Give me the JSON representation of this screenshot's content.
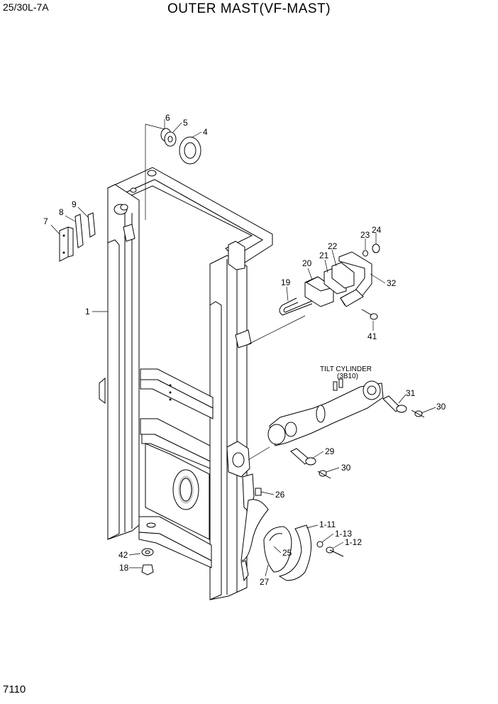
{
  "header": {
    "model": "25/30L-7A",
    "title": "OUTER MAST(VF-MAST)"
  },
  "footer": {
    "page": "7110"
  },
  "note": {
    "line1": "TILT CYLINDER",
    "line2": "(3B10)"
  },
  "callouts": [
    "1",
    "4",
    "5",
    "6",
    "7",
    "8",
    "9",
    "18",
    "19",
    "20",
    "21",
    "22",
    "23",
    "24",
    "25",
    "26",
    "27",
    "29",
    "30",
    "30",
    "31",
    "32",
    "41",
    "42",
    "1-11",
    "1-12",
    "1-13"
  ]
}
